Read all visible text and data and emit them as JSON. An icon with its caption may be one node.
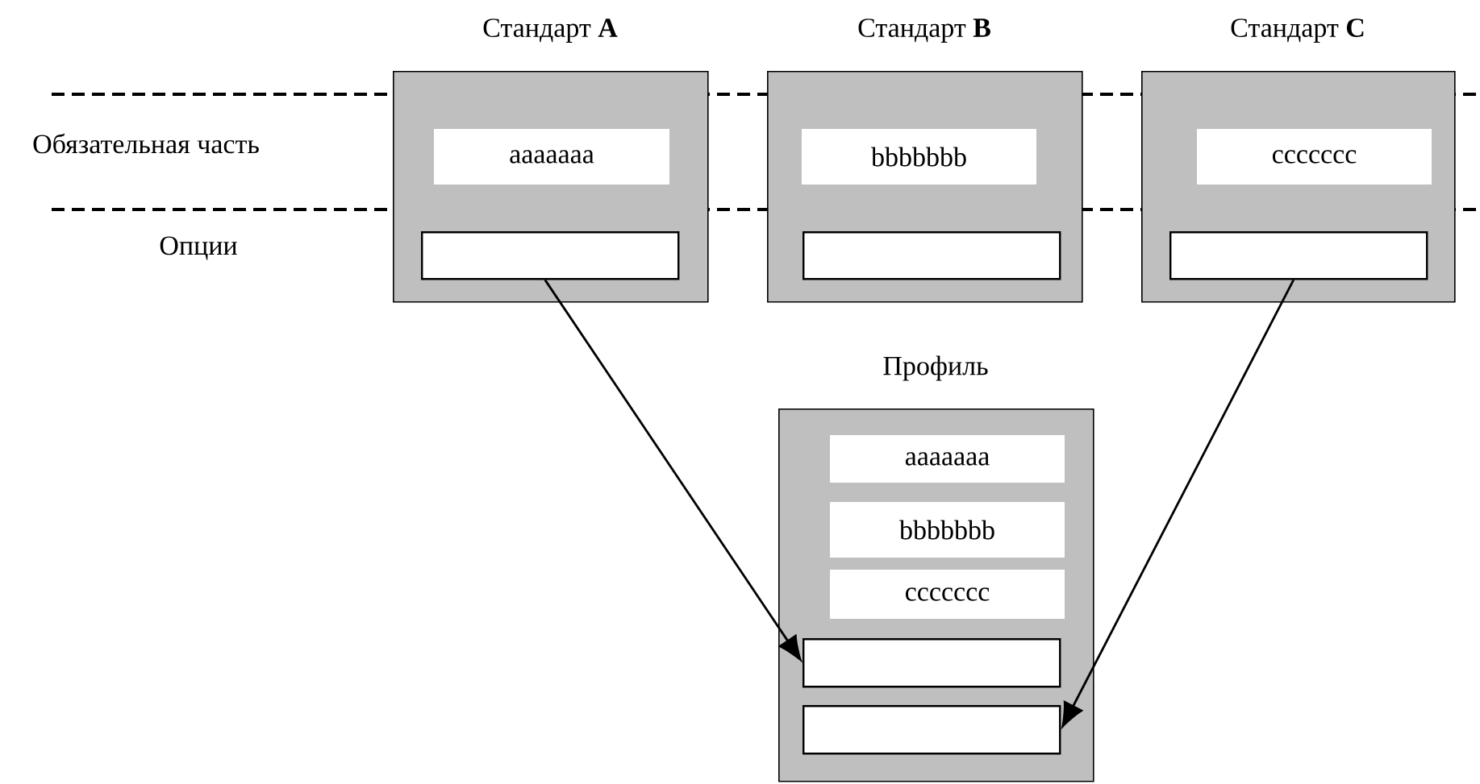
{
  "diagram": {
    "nodes": [
      {
        "text": [
          "Стандарт **A**"
        ]
      },
      {
        "text": [
          "aaaaaaa"
        ],
        "in": 0
      },
      {
        "text": [],
        "shape": "box",
        "in": 0
      },
      {
        "text": [
          "Стандарт **B**"
        ]
      },
      {
        "text": [
          "bbbbbbb"
        ],
        "in": 3
      },
      {
        "text": [],
        "shape": "box",
        "in": 3
      },
      {
        "text": [
          "Стандарт **C**"
        ]
      },
      {
        "text": [
          "ccccccc"
        ],
        "in": 6
      },
      {
        "text": [],
        "shape": "box",
        "in": 6
      },
      {
        "text": [
          "Профиль"
        ]
      },
      {
        "text": [
          "aaaaaaa"
        ],
        "in": 9
      },
      {
        "text": [
          "bbbbbbb"
        ],
        "in": 9
      },
      {
        "text": [
          "ccccccc"
        ],
        "in": 9
      },
      {
        "text": [],
        "shape": "box",
        "in": 9
      },
      {
        "text": [],
        "shape": "box",
        "in": 9
      }
    ],
    "edges": [
      {
        "from": 2,
        "to": 13,
        "arrow": "to"
      },
      {
        "from": 8,
        "to": 14,
        "arrow": "to"
      }
    ],
    "labels": [
      "Обязательная часть",
      "Опции"
    ]
  }
}
